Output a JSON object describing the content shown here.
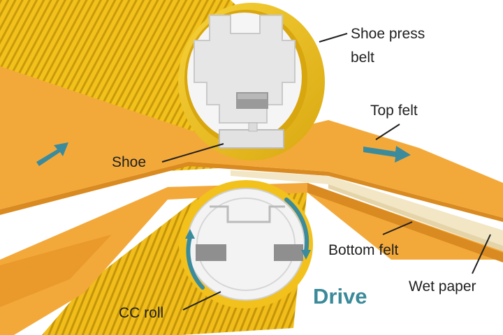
{
  "labels": {
    "shoe_press_belt_line1": "Shoe press",
    "shoe_press_belt_line2": "belt",
    "top_felt": "Top felt",
    "shoe": "Shoe",
    "bottom_felt": "Bottom felt",
    "wet_paper": "Wet paper",
    "drive": "Drive",
    "cc_roll": "CC roll"
  },
  "colors": {
    "felt": "#f3a93a",
    "felt_dark": "#d98a20",
    "belt_yellow": "#f2c11c",
    "belt_dark": "#c99a0a",
    "wet_paper": "#f2e6c4",
    "roll_face": "#eeeeee",
    "arrow_teal": "#3b8b9d",
    "drive_text": "#3a8a9a"
  }
}
